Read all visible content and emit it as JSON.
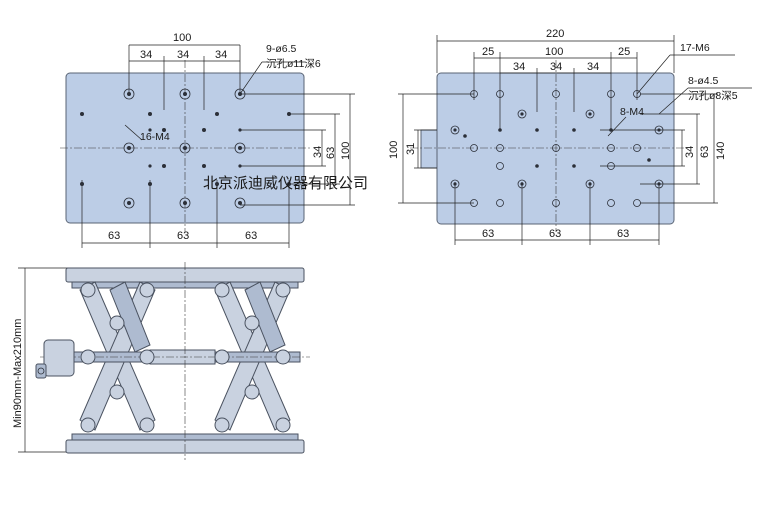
{
  "top_left_view": {
    "dim_top_overall": "100",
    "dim_top_spacing": [
      "34",
      "34",
      "34"
    ],
    "dim_bottom_spacing": [
      "63",
      "63",
      "63"
    ],
    "dim_right_inner": "34",
    "dim_right_mid": "63",
    "dim_right_outer": "100",
    "callout_holes": "9-ø6.5",
    "callout_counterbore": "沉孔ø11深6",
    "callout_threads": "16-M4"
  },
  "top_right_view": {
    "dim_top_overall": "220",
    "dim_top_row2": [
      "25",
      "100",
      "25"
    ],
    "dim_top_row3": [
      "34",
      "34",
      "34"
    ],
    "dim_bottom_spacing": [
      "63",
      "63",
      "63"
    ],
    "dim_left_outer": "100",
    "dim_left_inner": "31",
    "dim_right_inner": "34",
    "dim_right_mid": "63",
    "dim_right_outer": "140",
    "callout_m6": "17-M6",
    "callout_holes": "8-ø4.5",
    "callout_counterbore": "沉孔ø8深5",
    "callout_m4": "8-M4"
  },
  "side_view": {
    "height_label": "Min90mm-Max210mm"
  },
  "watermark": "北京派迪威仪器有限公司"
}
